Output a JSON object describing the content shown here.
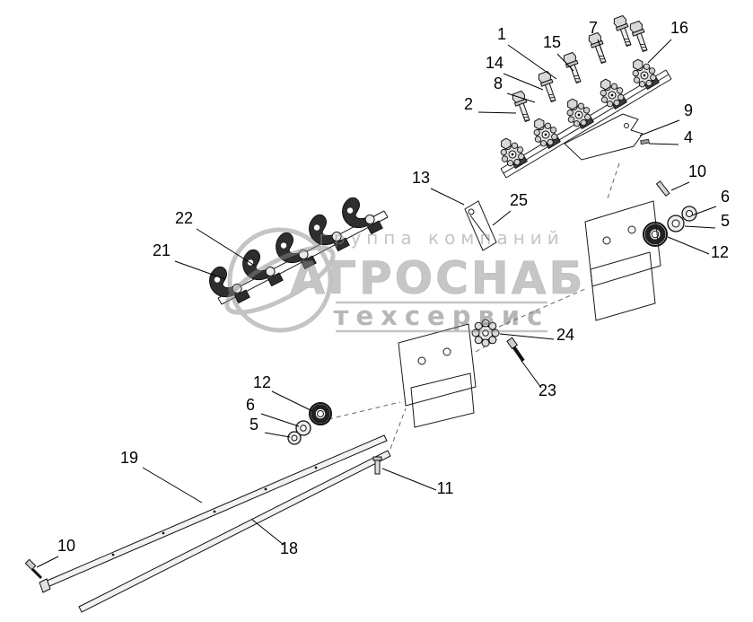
{
  "diagram": {
    "type": "exploded-parts-drawing",
    "colors": {
      "line": "#1a1a1a",
      "watermark_gray": "#8a8a8a",
      "background": "#ffffff"
    }
  },
  "watermark": {
    "line1": "группа компаний",
    "line2": "АГРОСНАБ",
    "line3": "техсервис"
  },
  "callouts": [
    {
      "label": "1"
    },
    {
      "label": "15"
    },
    {
      "label": "7"
    },
    {
      "label": "16"
    },
    {
      "label": "14"
    },
    {
      "label": "8"
    },
    {
      "label": "2"
    },
    {
      "label": "9"
    },
    {
      "label": "4"
    },
    {
      "label": "10"
    },
    {
      "label": "6"
    },
    {
      "label": "5"
    },
    {
      "label": "12"
    },
    {
      "label": "13"
    },
    {
      "label": "25"
    },
    {
      "label": "22"
    },
    {
      "label": "21"
    },
    {
      "label": "24"
    },
    {
      "label": "23"
    },
    {
      "label": "12"
    },
    {
      "label": "6"
    },
    {
      "label": "5"
    },
    {
      "label": "19"
    },
    {
      "label": "11"
    },
    {
      "label": "18"
    },
    {
      "label": "10"
    }
  ]
}
